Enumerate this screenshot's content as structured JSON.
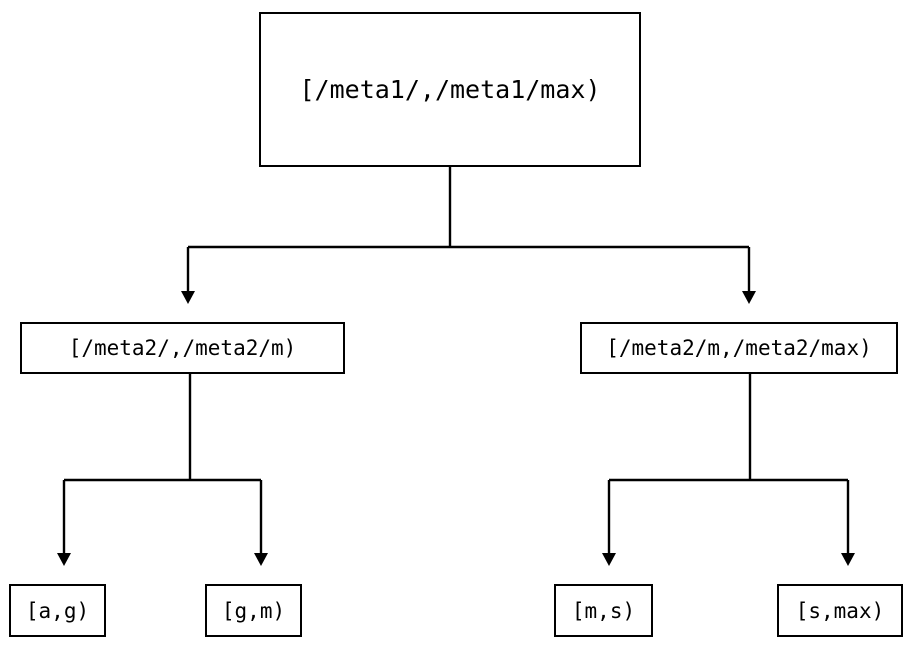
{
  "diagram": {
    "type": "binary-range-partition-tree",
    "background_color": "#ffffff",
    "line_color": "#000000",
    "text_color": "#000000",
    "levels": 3,
    "nodes": {
      "root": {
        "label": "[/meta1/,/meta1/max)"
      },
      "level2": [
        {
          "label": "[/meta2/,/meta2/m)"
        },
        {
          "label": "[/meta2/m,/meta2/max)"
        }
      ],
      "leaves": [
        {
          "label": "[a,g)"
        },
        {
          "label": "[g,m)"
        },
        {
          "label": "[m,s)"
        },
        {
          "label": "[s,max)"
        }
      ]
    }
  }
}
